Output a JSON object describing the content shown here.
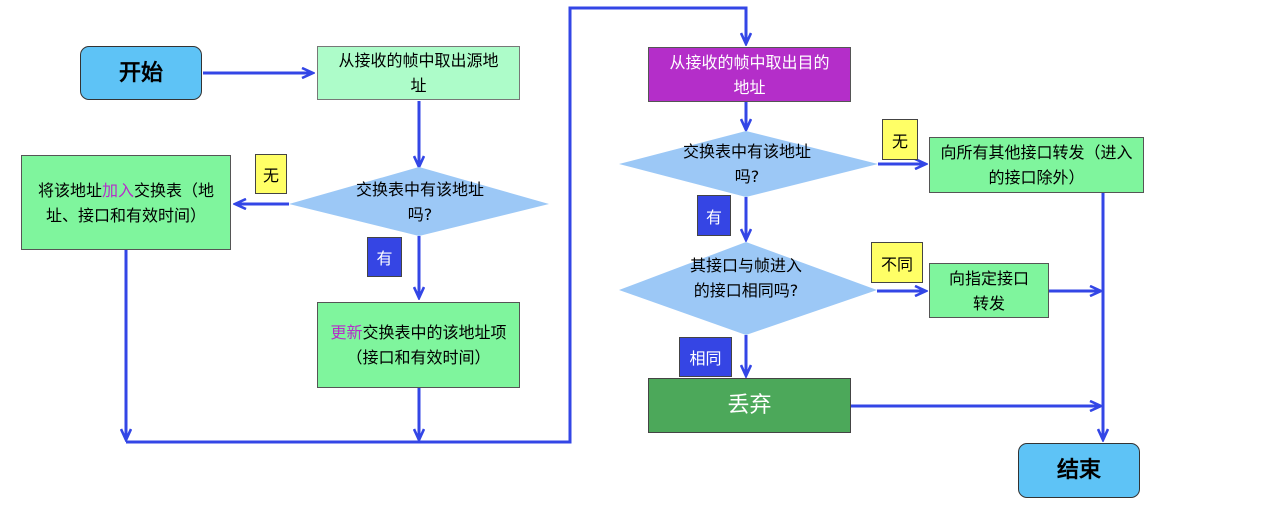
{
  "nodes": {
    "start": "开始",
    "extract_src": "从接收的帧中取出源地址",
    "check_table": "交换表中有该地址吗?",
    "add_entry_hl": "加入",
    "add_entry_pre": "将该地址",
    "add_entry_post": "交换表（地址、接口和有效时间）",
    "update_hl": "更新",
    "update_post": "交换表中的该地址项（接口和有效时间）",
    "extract_dst": "从接收的帧中取出目的地址",
    "check_table2": "交换表中有该地址吗?",
    "broadcast": "向所有其他接口转发（进入的接口除外）",
    "check_port": "其接口与帧进入的接口相同吗?",
    "forward": "向指定接口转发",
    "discard": "丢弃",
    "end": "结束"
  },
  "labels": {
    "no_1": "无",
    "yes_1": "有",
    "no_2": "无",
    "yes_2": "有",
    "different": "不同",
    "same": "相同"
  },
  "colors": {
    "arrow": "#3346e6",
    "terminal": "#5ec3f6",
    "process": "#7ff59d",
    "decision": "#9cc8f6",
    "highlight": "#b42ec9"
  }
}
